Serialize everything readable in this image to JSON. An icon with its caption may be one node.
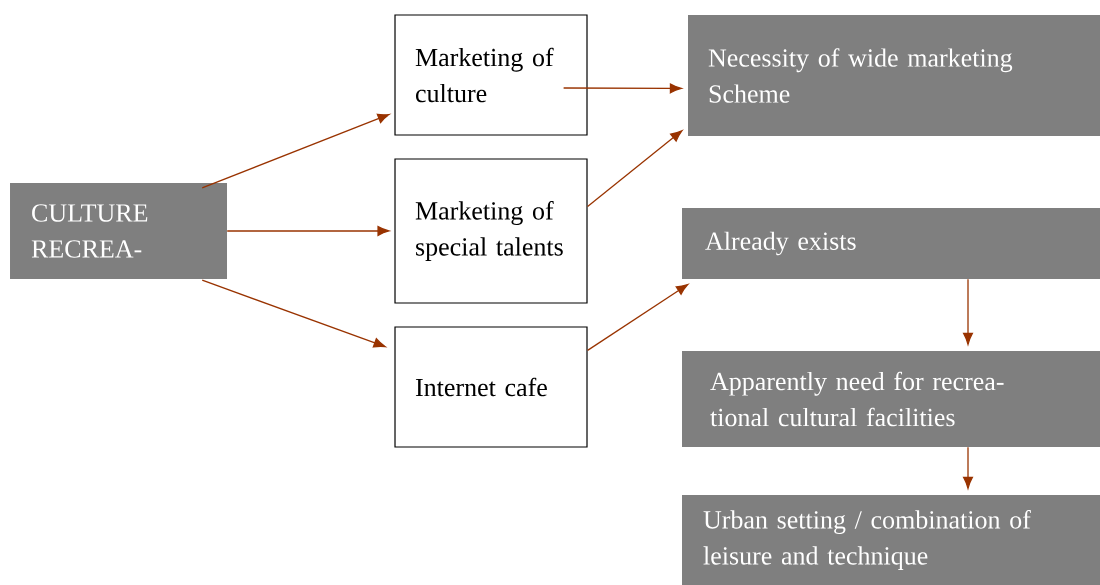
{
  "diagram": {
    "nodes": [
      {
        "text": [
          "CULTURE RECREA-"
        ]
      },
      {
        "text": [
          "Marketing of culture"
        ]
      },
      {
        "text": [
          "Marketing of special talents"
        ]
      },
      {
        "text": [
          "Internet cafe"
        ]
      },
      {
        "text": [
          "Necessity of wide marketing Scheme"
        ]
      },
      {
        "text": [
          "Already exists"
        ]
      },
      {
        "text": [
          "Apparently need for recrea- tional cultural facilities"
        ]
      },
      {
        "text": [
          "Urban setting / combination of leisure and technique"
        ]
      }
    ],
    "edges": [
      {
        "from": 0,
        "to": 1,
        "arrow": "to"
      },
      {
        "from": 0,
        "to": 2,
        "arrow": "to"
      },
      {
        "from": 0,
        "to": 3,
        "arrow": "to"
      },
      {
        "from": 1,
        "to": 4,
        "arrow": "to"
      },
      {
        "from": 2,
        "to": 4,
        "arrow": "to"
      },
      {
        "from": 3,
        "to": 5,
        "arrow": "to"
      },
      {
        "from": 5,
        "to": 6,
        "arrow": "to"
      },
      {
        "from": 6,
        "to": 7,
        "arrow": "to"
      }
    ]
  }
}
